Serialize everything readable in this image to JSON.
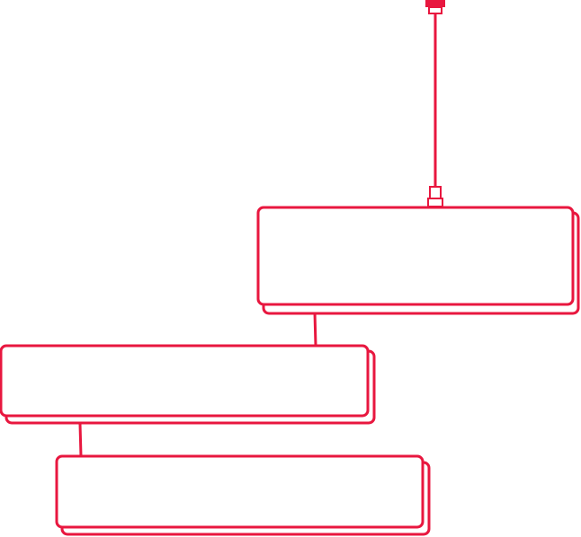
{
  "colors": {
    "stroke": "#e8173f",
    "fill": "#ffffff",
    "background": "#ffffff"
  },
  "diagram": {
    "type": "connected-card-stack",
    "cards": [
      {
        "id": "card-top",
        "text": ""
      },
      {
        "id": "card-middle",
        "text": ""
      },
      {
        "id": "card-bottom",
        "text": ""
      }
    ],
    "connectors": [
      {
        "from": "cable-top",
        "to": "card-top",
        "style": "cable-with-plugs"
      },
      {
        "from": "card-top",
        "to": "card-middle",
        "style": "line"
      },
      {
        "from": "card-middle",
        "to": "card-bottom",
        "style": "line"
      }
    ]
  }
}
